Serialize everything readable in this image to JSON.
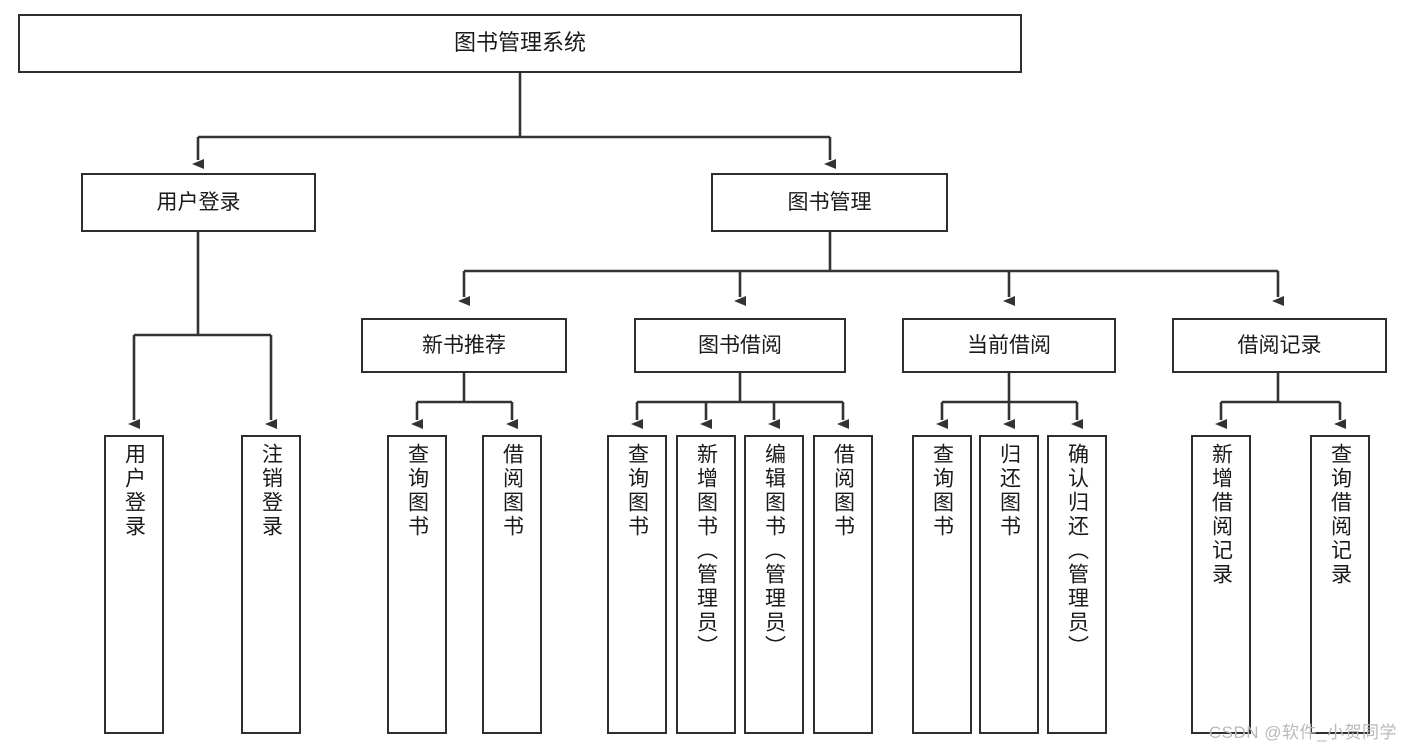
{
  "diagram": {
    "title": "图书管理系统",
    "type": "hierarchy-tree",
    "watermark": "CSDN @软件_小贺同学",
    "colors": {
      "box_border": "#2e2e2e",
      "box_fill": "#ffffff",
      "connector": "#333333",
      "text": "#1a1a1a",
      "watermark": "#b9b9b9"
    },
    "root": {
      "label": "图书管理系统"
    },
    "level2": [
      {
        "label": "用户登录"
      },
      {
        "label": "图书管理"
      }
    ],
    "level3": [
      {
        "label": "新书推荐"
      },
      {
        "label": "图书借阅"
      },
      {
        "label": "当前借阅"
      },
      {
        "label": "借阅记录"
      }
    ],
    "leaves": {
      "user_login": [
        {
          "label": "用户登录"
        },
        {
          "label": "注销登录"
        }
      ],
      "new_book": [
        {
          "label": "查询图书"
        },
        {
          "label": "借阅图书"
        }
      ],
      "book_borrow": [
        {
          "label": "查询图书"
        },
        {
          "label": "新增图书（管理员）"
        },
        {
          "label": "编辑图书（管理员）"
        },
        {
          "label": "借阅图书"
        }
      ],
      "current_borrow": [
        {
          "label": "查询图书"
        },
        {
          "label": "归还图书"
        },
        {
          "label": "确认归还（管理员）"
        }
      ],
      "borrow_record": [
        {
          "label": "新增借阅记录"
        },
        {
          "label": "查询借阅记录"
        }
      ]
    }
  }
}
